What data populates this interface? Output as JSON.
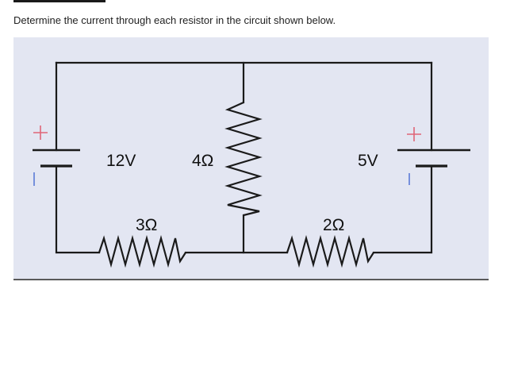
{
  "question": {
    "text": "Determine the current through each resistor in the circuit shown below."
  },
  "circuit": {
    "sources": [
      {
        "id": "left-battery",
        "label": "12V",
        "polarity_top": "+",
        "polarity_bottom": "−"
      },
      {
        "id": "right-battery",
        "label": "5V",
        "polarity_top": "+",
        "polarity_bottom": "−"
      }
    ],
    "resistors": [
      {
        "id": "middle-resistor",
        "label": "4Ω"
      },
      {
        "id": "bottom-left-resistor",
        "label": "3Ω"
      },
      {
        "id": "bottom-right-resistor",
        "label": "2Ω"
      }
    ]
  },
  "colors": {
    "figure_background": "#e3e6f2",
    "wire": "#1a1a1a",
    "plus_sign": "#e06577",
    "minus_sign": "#5b7bd6"
  }
}
